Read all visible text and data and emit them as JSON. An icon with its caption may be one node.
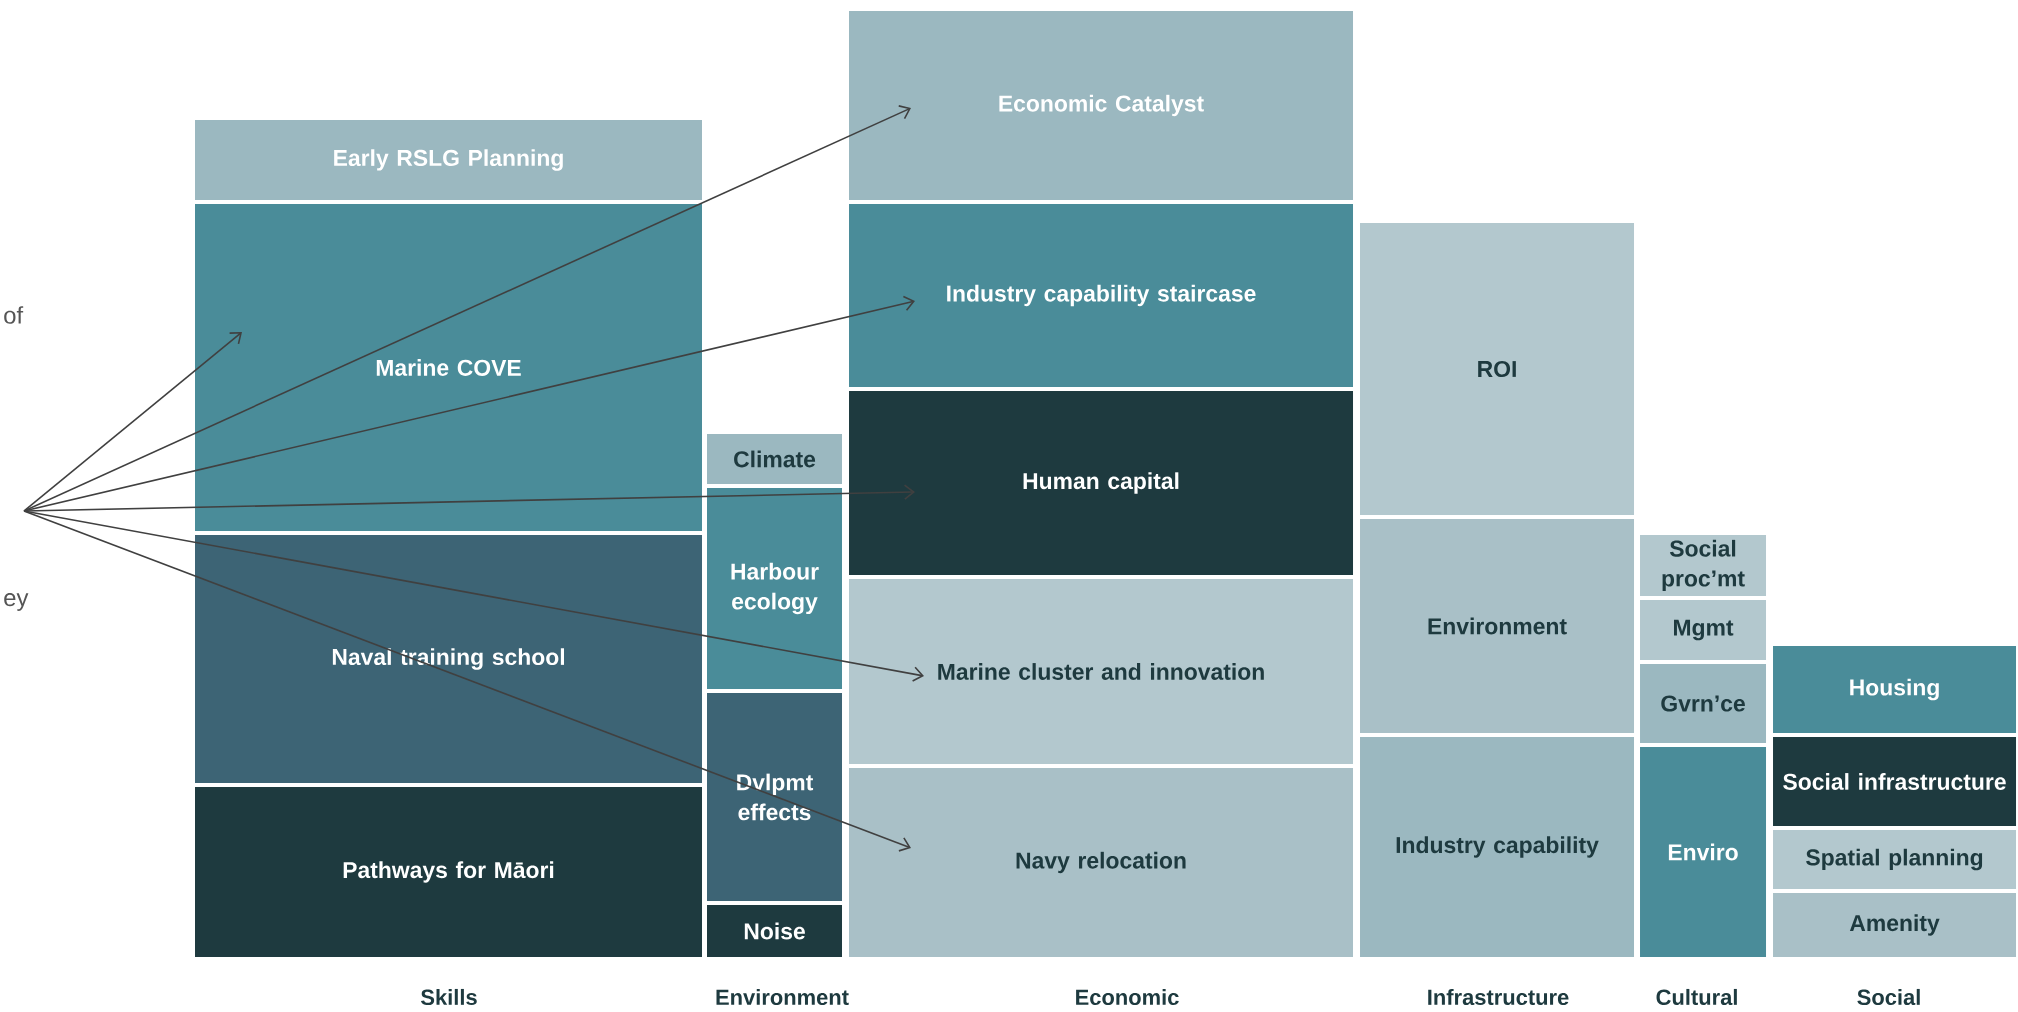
{
  "diagram": {
    "nodes": [
      {
        "text": [
          "Early RSLG Planning"
        ]
      },
      {
        "text": [
          "Marine COVE"
        ]
      },
      {
        "text": [
          "Naval training school"
        ]
      },
      {
        "text": [
          "Pathways for Māori"
        ]
      },
      {
        "text": [
          "Climate"
        ]
      },
      {
        "text": [
          "Harbour ecology"
        ]
      },
      {
        "text": [
          "Dvlpmt effects"
        ]
      },
      {
        "text": [
          "Noise"
        ]
      },
      {
        "text": [
          "Economic Catalyst"
        ]
      },
      {
        "text": [
          "Industry capability staircase"
        ]
      },
      {
        "text": [
          "Human capital"
        ]
      },
      {
        "text": [
          "Marine cluster and innovation"
        ]
      },
      {
        "text": [
          "Navy relocation"
        ]
      },
      {
        "text": [
          "ROI"
        ]
      },
      {
        "text": [
          "Environment"
        ]
      },
      {
        "text": [
          "Industry capability"
        ]
      },
      {
        "text": [
          "Social proc’mt"
        ]
      },
      {
        "text": [
          "Mgmt"
        ]
      },
      {
        "text": [
          "Gvrn’ce"
        ]
      },
      {
        "text": [
          "Enviro"
        ]
      },
      {
        "text": [
          "Housing"
        ]
      },
      {
        "text": [
          "Social infrastructure"
        ]
      },
      {
        "text": [
          "Spatial planning"
        ]
      },
      {
        "text": [
          "Amenity"
        ]
      }
    ],
    "edges": [
      {
        "from": null,
        "to": 1,
        "arrow": "to"
      },
      {
        "from": null,
        "to": 8,
        "arrow": "to"
      },
      {
        "from": null,
        "to": 9,
        "arrow": "to"
      },
      {
        "from": null,
        "to": 10,
        "arrow": "to"
      },
      {
        "from": null,
        "to": 11,
        "arrow": "to"
      },
      {
        "from": null,
        "to": 12,
        "arrow": "to"
      }
    ],
    "labels": [
      "of",
      "ey",
      "Skills",
      "Environment",
      "Economic",
      "Infrastructure",
      "Cultural",
      "Social"
    ]
  }
}
